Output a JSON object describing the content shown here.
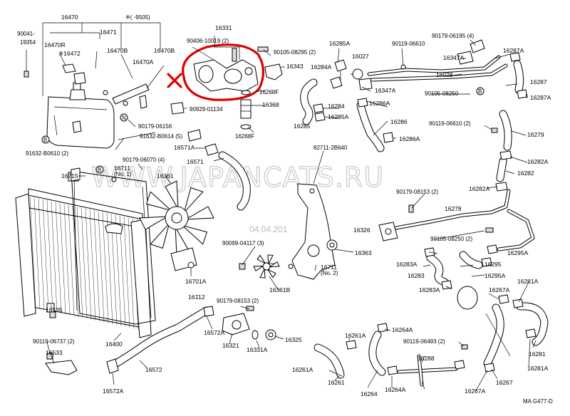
{
  "watermark": {
    "text": "WWW.JAPANCATS.RU",
    "date": "04.04.201"
  },
  "figure_code": "MA  G477-D",
  "header_note": "※(    -9505)",
  "labels": {
    "p16470": "16470",
    "p16471": "16471",
    "p90041": "90041-",
    "p90041b": "19354",
    "p16470R": "16470R",
    "p16472": "※16472",
    "p16470B_a": "16470B",
    "p16470B_b": "16470B",
    "p16470A": "16470A",
    "p90179_06156": "90179-06156",
    "p91632_B0614": "91632-B0614 (5)",
    "p91632_B0610": "91632-B0610 (2)",
    "p16331": "16331",
    "p90406": "90406-10019 (2)",
    "p90105_08295": "90105-08295 (2)",
    "p16343": "16343",
    "p16268F_a": "16268F",
    "p16368": "16368",
    "p16268F_b": "16268F",
    "p90929": "90929-01134",
    "p16571A": "16571A",
    "p16571": "16571",
    "p90179_06070": "90179-06070 (4)",
    "p16711_1": "16711",
    "p16711_1n": "(No. 1)",
    "p16361": "16361",
    "p16715": "16715",
    "p16285A_t": "16285A",
    "p16027": "16027",
    "p16284A": "16284A",
    "p16284": "16284",
    "p16285A_m": "16285A",
    "p16285": "16285",
    "p16347A_a": "16347A",
    "p16286A_a": "16286A",
    "p16286": "16286",
    "p16286A_b": "16286A",
    "p90119_06610a": "90119-06610",
    "p90179_06195": "90179-06195 (4)",
    "p16347A_b": "16347A",
    "p16287A_a": "16287A",
    "p16028": "16028",
    "p16287": "16287",
    "p90105_08250a": "90105-08250",
    "p16287A_b": "16287A",
    "p90119_06610b": "90119-06610 (2)",
    "p16279": "16279",
    "p16282A_a": "16282A",
    "p16282": "16282",
    "p16282A_b": "16282A",
    "p82711": "82711-2B640",
    "p90179_08153a": "90179-08153 (2)",
    "p16278": "16278",
    "p16326": "16326",
    "p90105_08250b": "90105-08250 (2)",
    "p16363": "16363",
    "p90099": "90099-04117 (3)",
    "p16711_2": "16711",
    "p16711_2n": "(No. 2)",
    "p16361B": "16361B",
    "p16295A_a": "16295A",
    "p16283A_a": "16283A",
    "p16295": "16295",
    "p16283": "16283",
    "p16295A_b": "16295A",
    "p16283A_b": "16283A",
    "p16267A_a": "16267A",
    "p16281A_a": "16281A",
    "p16701A": "16701A",
    "p16712": "16712",
    "p90179_08153b": "90179-08153 (2)",
    "p16535": "16535",
    "p16572A_t": "16572A",
    "p16321": "16321",
    "p16325": "16325",
    "p16331A": "16331A",
    "p16400": "16400",
    "p90119_06737": "90119-06737 (2)",
    "p16533": "16533",
    "p16572": "16572",
    "p16572A_b": "16572A",
    "p16261A_a": "16261A",
    "p16264A_a": "16264A",
    "p90119_06493": "90119-06493 (2)",
    "p16288": "16288",
    "p16261A_b": "16261A",
    "p16261": "16261",
    "p16264": "16264",
    "p16264A_b": "16264A",
    "p16267": "16267",
    "p16267A_b": "16267A",
    "p16281": "16281",
    "p16281A_b": "16281A"
  },
  "bolt_letters": {
    "n": "N",
    "b": "B"
  },
  "colors": {
    "markup": "#e00000",
    "line": "#000000",
    "watermark": "#c8c8c8"
  }
}
